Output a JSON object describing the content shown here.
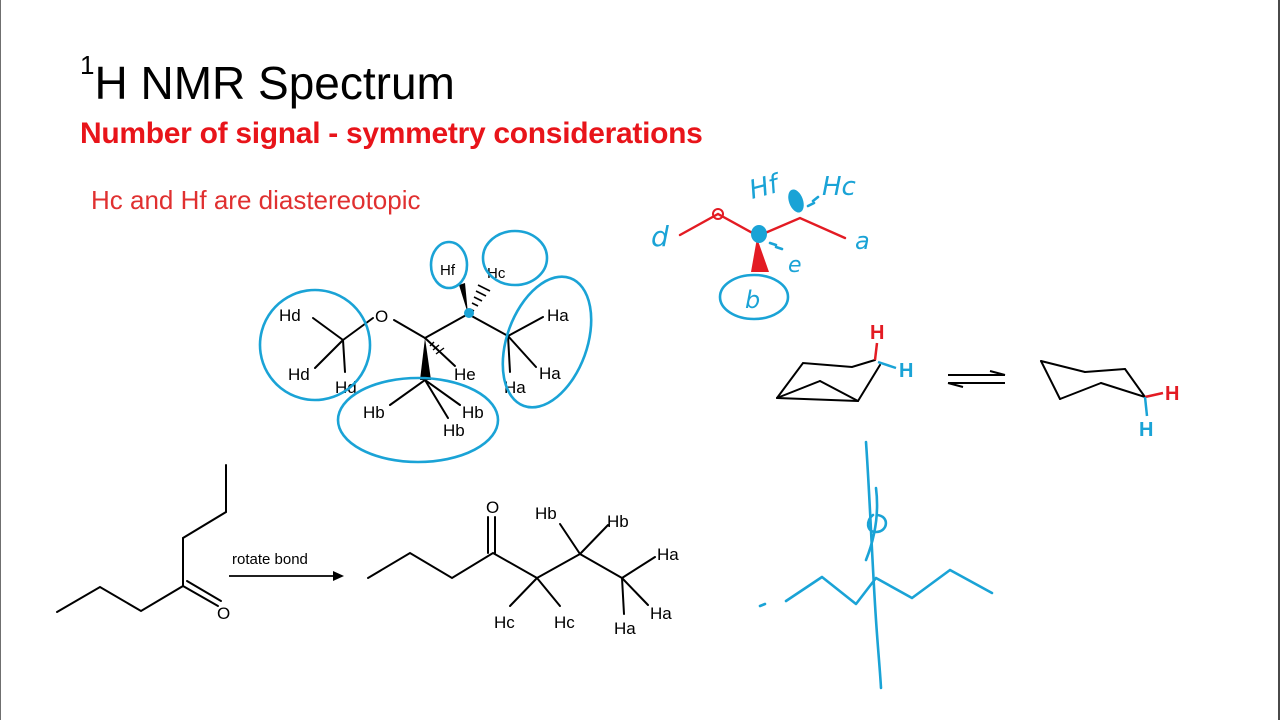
{
  "slide": {
    "title_sup": "1",
    "title_main": "H NMR Spectrum",
    "subtitle": "Number of signal - symmetry considerations",
    "note": "Hc and Hf are diastereotopic"
  },
  "molecule1": {
    "oxygen": "O",
    "labels": {
      "hf": "Hf",
      "hc": "Hc",
      "hd_top": "Hd",
      "hd_left": "Hd",
      "hd_bottom": "Hd",
      "he": "He",
      "ha_top": "Ha",
      "ha_right": "Ha",
      "ha_bottom": "Ha",
      "hb_left": "Hb",
      "hb_right": "Hb",
      "hb_bottom": "Hb"
    }
  },
  "cyclohexane": {
    "h_axial": "H",
    "h_equatorial": "H",
    "h_right_axial": "H",
    "h_right_equatorial": "H",
    "axial_color": "#e31b23",
    "equatorial_color": "#1aa3d6"
  },
  "ketone": {
    "oxygen": "O",
    "arrow_label": "rotate bond"
  },
  "ketone2": {
    "oxygen": "O",
    "labels": {
      "hb1": "Hb",
      "hb2": "Hb",
      "ha1": "Ha",
      "ha2": "Ha",
      "ha3": "Ha",
      "hc1": "Hc",
      "hc2": "Hc"
    }
  },
  "annotations": {
    "hf": "Hf",
    "hc": "Hc",
    "d": "d",
    "a": "a",
    "e": "e",
    "b": "b",
    "ink_color": "#1aa3d6"
  }
}
